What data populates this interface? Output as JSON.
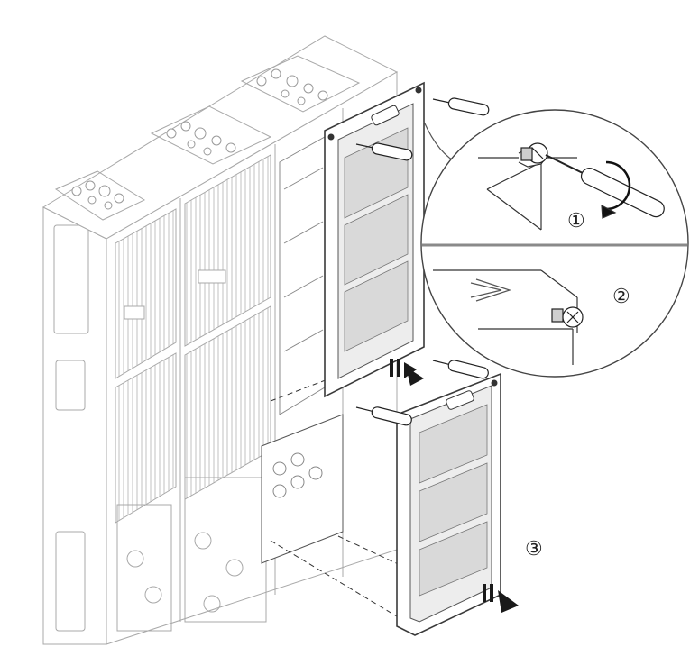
{
  "steps": [
    {
      "marker": "①"
    },
    {
      "marker": "②"
    },
    {
      "marker": "③"
    }
  ],
  "colors": {
    "line": "#555555",
    "line_light": "#a8a8a8",
    "panel_fill": "#d9d9d9",
    "panel_dark": "#9a9a9a",
    "frame": "#3a3a3a",
    "arrow": "#1a1a1a",
    "background": "#ffffff"
  },
  "icons": [
    "screwdriver-icon",
    "rotate-arrow-icon",
    "push-arrow-icon",
    "tab-pin-icon",
    "screw-icon"
  ]
}
